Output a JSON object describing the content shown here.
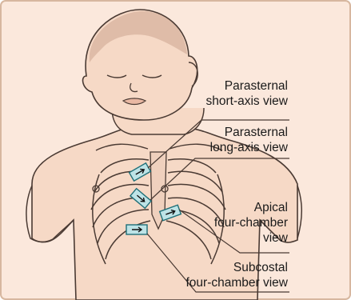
{
  "figure": {
    "background_color": "#fbe8dc",
    "frame_color": "#d7b79f",
    "skin_color": "#f6d9c6",
    "line_color": "#4a3a33",
    "probe_fill": "#bde3e6",
    "probe_stroke": "#1f6f78"
  },
  "labels": {
    "parasternal_short": [
      "Parasternal",
      "short-axis view"
    ],
    "parasternal_long": [
      "Parasternal",
      "long-axis view"
    ],
    "apical": [
      "Apical",
      "four-chamber",
      "view"
    ],
    "subcostal": [
      "Subcostal",
      "four-chamber view"
    ]
  }
}
